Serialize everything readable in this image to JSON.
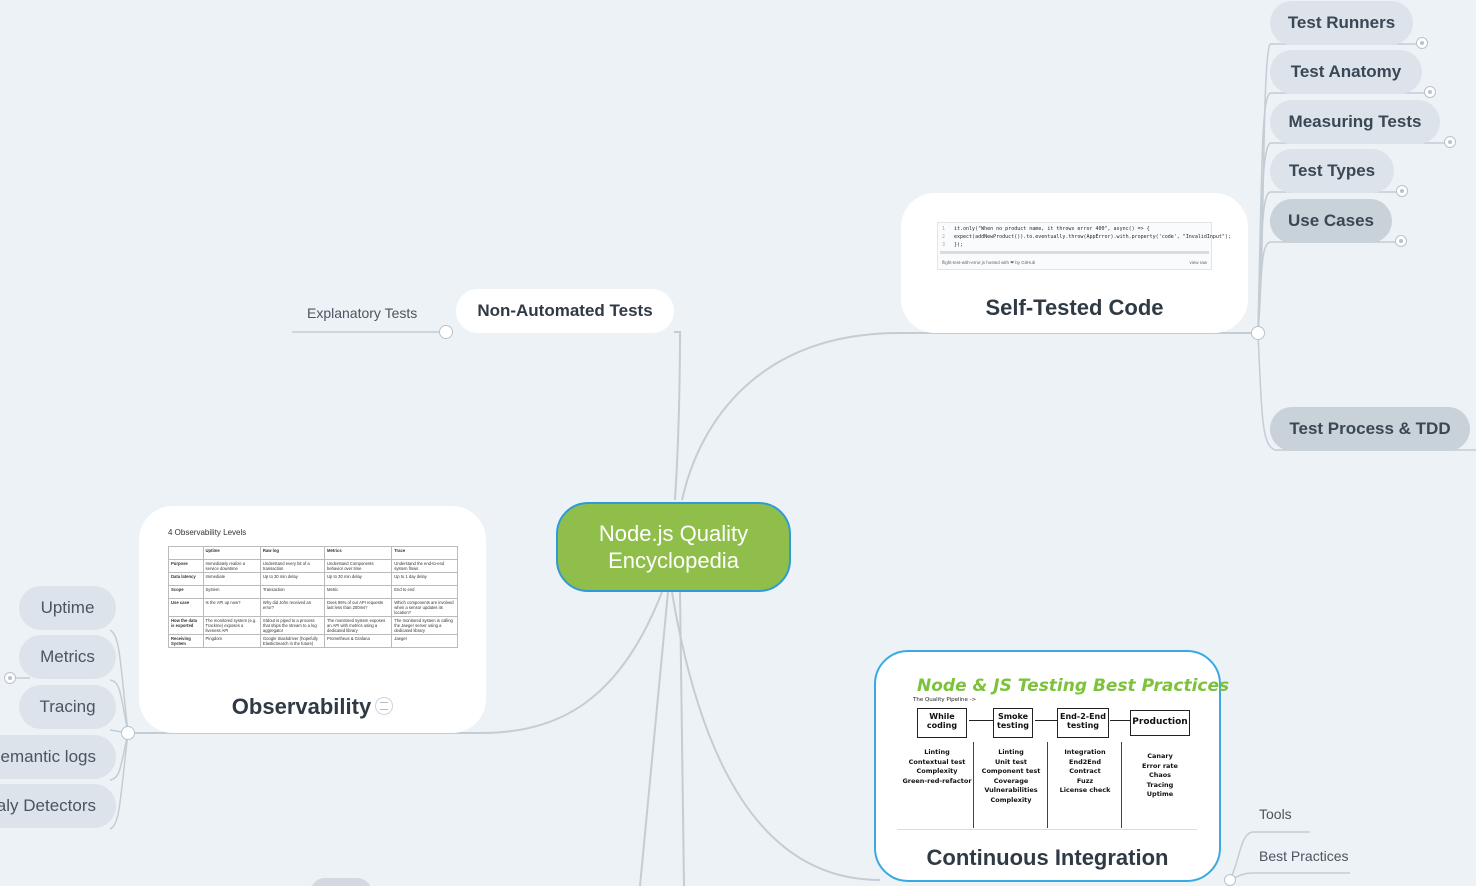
{
  "central": {
    "label": "Node.js Quality Encyclopedia"
  },
  "non_automated": {
    "label": "Non-Automated Tests",
    "child": "Explanatory Tests"
  },
  "self_tested": {
    "title": "Self-Tested Code",
    "code": {
      "lines": [
        "it.only(\"When no product name, it throws error 400\", async() => {",
        "  expect(addNewProduct()).to.eventually.throw(AppError).with.property('code', \"InvalidInput\");",
        "});"
      ],
      "footer_left": "flight-test-with-error.js hosted with ❤ by GitHub",
      "footer_right": "view raw"
    },
    "children": [
      "Test Runners",
      "Test Anatomy",
      "Measuring Tests",
      "Test Types",
      "Use Cases",
      "Test Process & TDD"
    ]
  },
  "observability": {
    "title": "Observability",
    "image": {
      "heading": "4 Observability Levels",
      "columns": [
        "",
        "Uptime",
        "Raw log",
        "Metrics",
        "Trace"
      ],
      "rows": [
        [
          "Purpose",
          "Immediately realize a service downtime",
          "Understand every bit of a transaction",
          "Understand Components behavior over time",
          "Understand the end-to-end system flows"
        ],
        [
          "Data latency",
          "Immediate",
          "Up to 30 min delay",
          "Up to 30 min delay",
          "Up to 1 day delay"
        ],
        [
          "Scope",
          "System",
          "Transaction",
          "Metric",
          "End to end"
        ],
        [
          "Use case",
          "Is the API up now?",
          "Why did John received an error?",
          "Does 95% of our API requests last less than 200ms?",
          "Which components are involved when a sensor updates its location?"
        ],
        [
          "How the data is exported",
          "The monitored system (e.g. Trackme) exposes a liveness API",
          "Stdout is piped to a process that ships the stream to a log aggregator",
          "The monitored system exposes an API with metrics using a dedicated library",
          "The monitored system is calling the Jaeger server using a dedicated library"
        ],
        [
          "Receiving System",
          "Pingdom",
          "Google Stackdriver (hopefully ElasticSearch in the future)",
          "Prometheus & Grafana",
          "Jaeger"
        ]
      ]
    },
    "children": [
      "Uptime",
      "Metrics",
      "Tracing",
      "Semantic logs",
      "Anomaly Detectors"
    ]
  },
  "ci": {
    "title": "Continuous Integration",
    "image": {
      "heading": "Node & JS Testing Best Practices",
      "pipeline_label": "The Quality Pipeline ->",
      "stages": [
        "While coding",
        "Smoke testing",
        "End-2-End testing",
        "Production"
      ],
      "lists": [
        [
          "Linting",
          "Contextual test",
          "Complexity",
          "Green-red-refactor"
        ],
        [
          "Linting",
          "Unit test",
          "Component test",
          "Coverage",
          "Vulnerabilities",
          "Complexity"
        ],
        [
          "Integration",
          "End2End",
          "Contract",
          "Fuzz",
          "License check"
        ],
        [
          "Canary",
          "Error rate",
          "Chaos",
          "Tracing",
          "Uptime"
        ]
      ]
    },
    "children": [
      "Tools",
      "Best Practices"
    ]
  },
  "colors": {
    "central_fill": "#8fbf4a",
    "central_border": "#2f9bd6",
    "ci_border": "#3aa9e0",
    "background": "#edf2f7"
  }
}
